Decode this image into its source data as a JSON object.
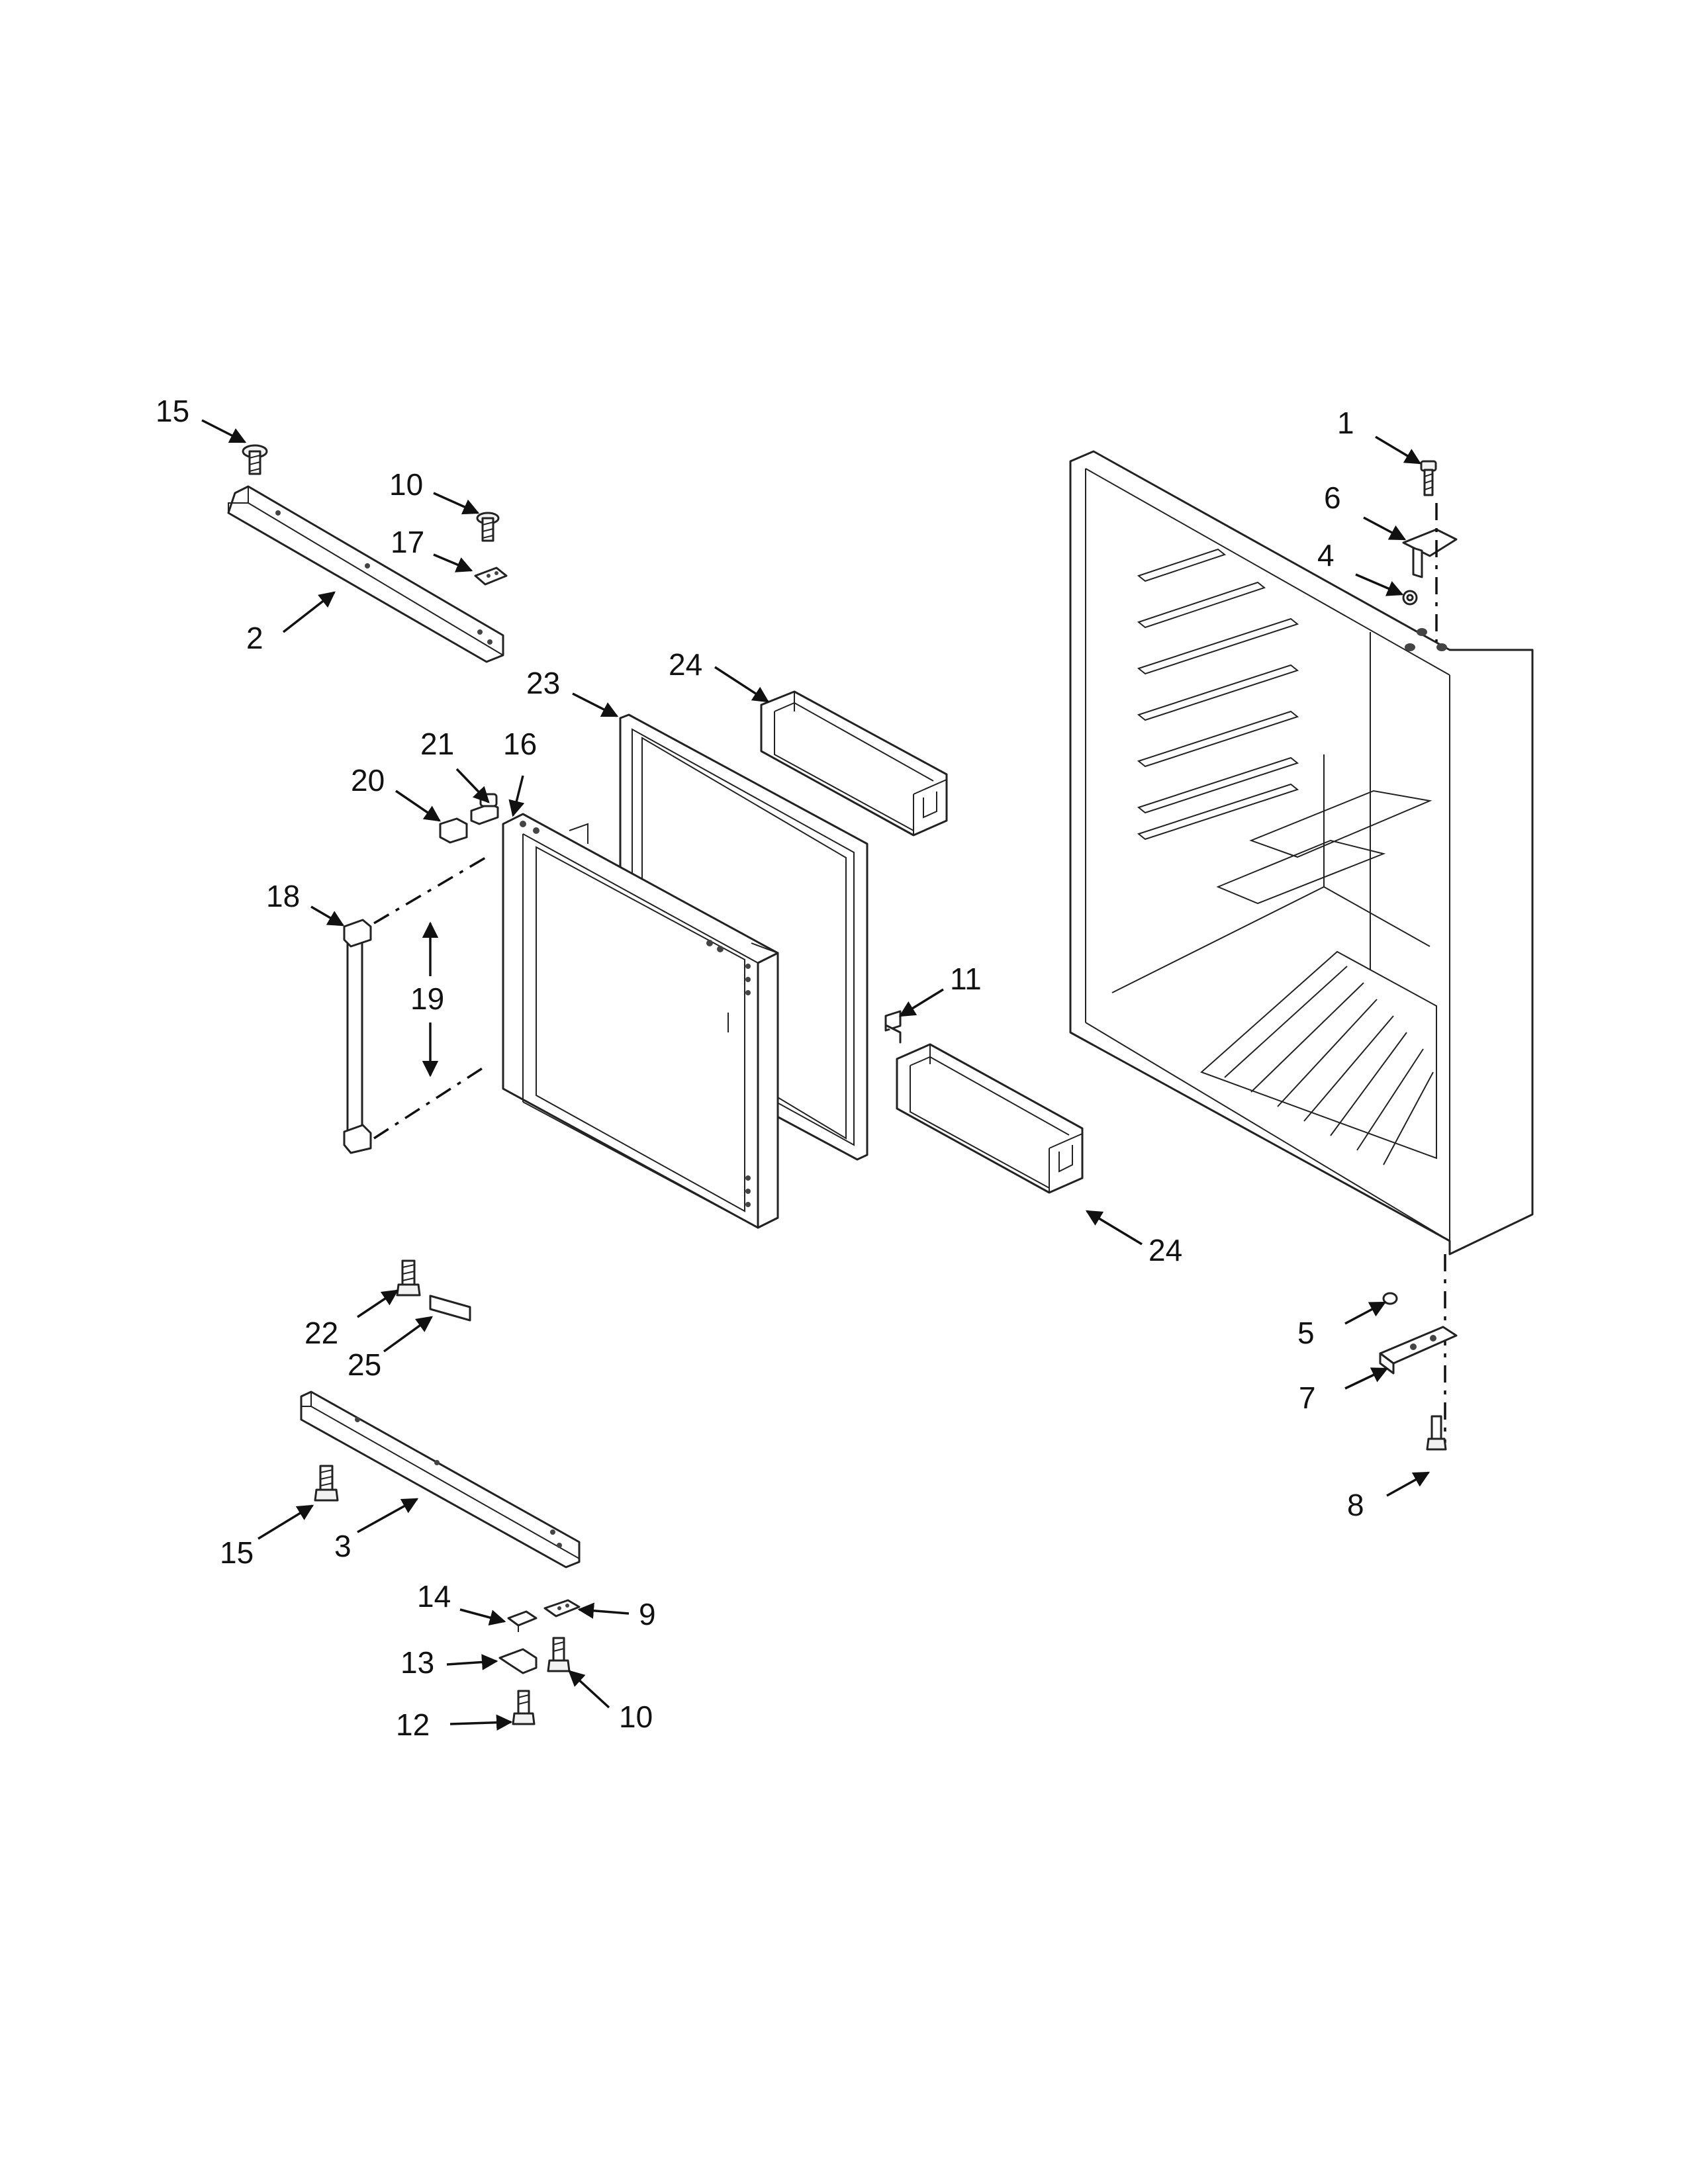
{
  "callouts": [
    {
      "id": "c15a",
      "label": "15"
    },
    {
      "id": "c10a",
      "label": "10"
    },
    {
      "id": "c17",
      "label": "17"
    },
    {
      "id": "c2",
      "label": "2"
    },
    {
      "id": "c23",
      "label": "23"
    },
    {
      "id": "c24a",
      "label": "24"
    },
    {
      "id": "c21",
      "label": "21"
    },
    {
      "id": "c16",
      "label": "16"
    },
    {
      "id": "c20",
      "label": "20"
    },
    {
      "id": "c18",
      "label": "18"
    },
    {
      "id": "c19",
      "label": "19"
    },
    {
      "id": "c11",
      "label": "11"
    },
    {
      "id": "c24b",
      "label": "24"
    },
    {
      "id": "c22",
      "label": "22"
    },
    {
      "id": "c25",
      "label": "25"
    },
    {
      "id": "c15b",
      "label": "15"
    },
    {
      "id": "c3",
      "label": "3"
    },
    {
      "id": "c14",
      "label": "14"
    },
    {
      "id": "c9",
      "label": "9"
    },
    {
      "id": "c13",
      "label": "13"
    },
    {
      "id": "c10b",
      "label": "10"
    },
    {
      "id": "c12",
      "label": "12"
    },
    {
      "id": "c1",
      "label": "1"
    },
    {
      "id": "c6",
      "label": "6"
    },
    {
      "id": "c4",
      "label": "4"
    },
    {
      "id": "c5",
      "label": "5"
    },
    {
      "id": "c7",
      "label": "7"
    },
    {
      "id": "c8",
      "label": "8"
    }
  ]
}
